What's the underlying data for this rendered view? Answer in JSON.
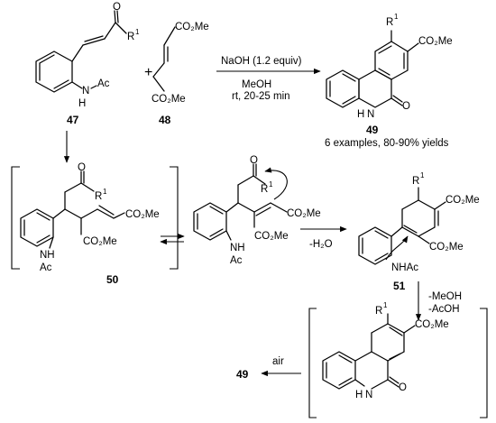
{
  "scheme": {
    "compounds": {
      "c47": "47",
      "c48": "48",
      "c49": "49",
      "c50": "50",
      "c51": "51",
      "c49_final": "49"
    },
    "conditions": {
      "step1_reagent": "NaOH (1.2 equiv)",
      "step1_solvent": "MeOH",
      "step1_time": "rt, 20-25 min",
      "step1_yield": "6 examples, 80-90% yields",
      "step2_loss": "-H₂O",
      "step3_loss_a": "-MeOH",
      "step3_loss_b": "-AcOH",
      "step4_oxidant": "air"
    },
    "plus_sign": "+",
    "labels": {
      "R": "R",
      "sup1": "1",
      "O": "O",
      "N": "N",
      "H": "H",
      "Ac": "Ac",
      "NAc": "N",
      "NHAc": "NHAc",
      "CO2Me": "CO₂Me",
      "NH": "NH",
      "Ac2": "Ac"
    }
  }
}
